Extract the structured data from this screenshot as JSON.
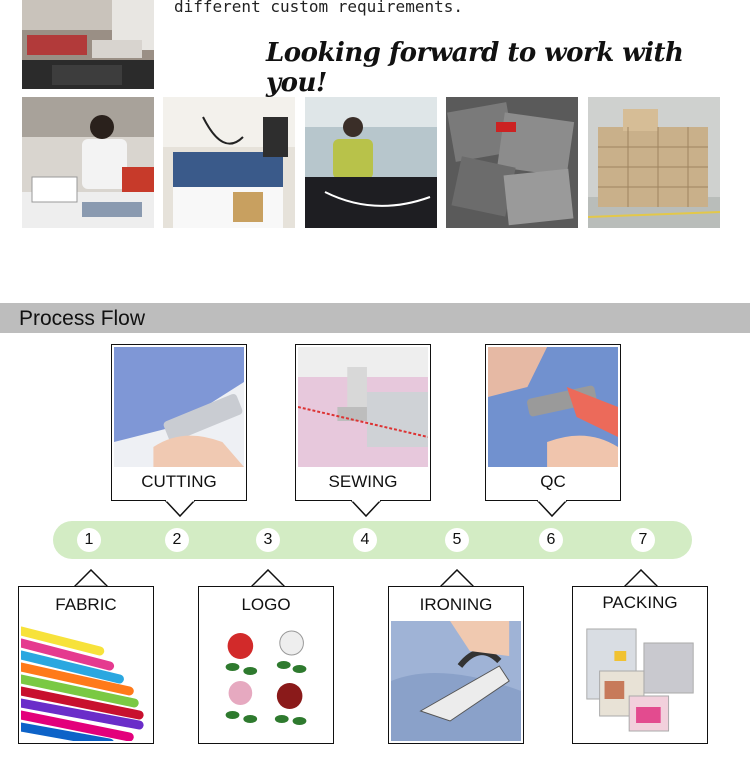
{
  "intro": {
    "custom_text": "different custom requirements.",
    "tagline": "Looking forward to work with you!"
  },
  "section": {
    "title": "Process Flow"
  },
  "top_steps": [
    {
      "label": "CUTTING"
    },
    {
      "label": "SEWING"
    },
    {
      "label": "QC"
    }
  ],
  "bottom_steps": [
    {
      "label": "FABRIC"
    },
    {
      "label": "LOGO"
    },
    {
      "label": "IRONING"
    },
    {
      "label": "PACKING"
    }
  ],
  "timeline": {
    "numbers": [
      "1",
      "2",
      "3",
      "4",
      "5",
      "6",
      "7"
    ],
    "color": "#d3ecc4"
  },
  "colors": {
    "section_bar": "#bdbdbd",
    "border": "#111111"
  }
}
